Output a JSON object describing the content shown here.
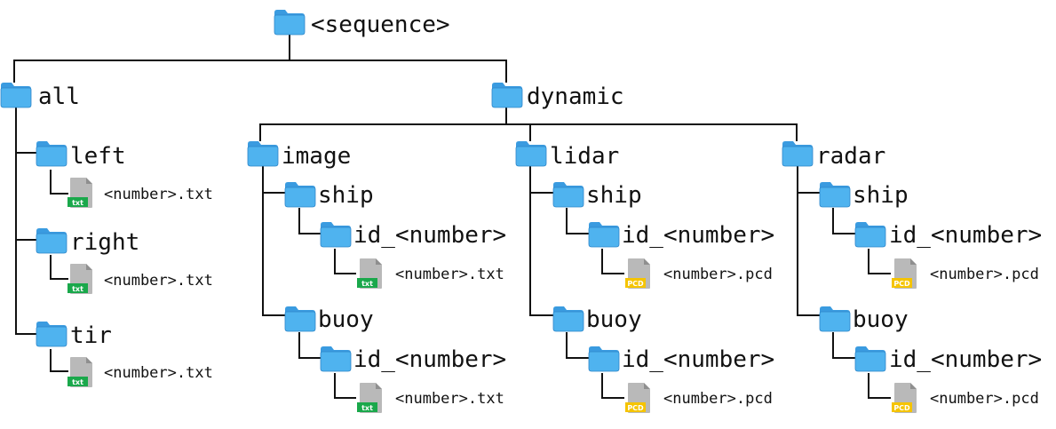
{
  "colors": {
    "folder_body": "#4fb3ef",
    "folder_tab": "#3a9be0",
    "folder_edge": "#2f86c9",
    "file_gray": "#b9b9b9",
    "file_fold": "#8f8f8f",
    "txt_badge": "#1aa84b",
    "pcd_badge": "#f5c400",
    "line": "#111111"
  },
  "tree": {
    "root": "<sequence>",
    "all": {
      "label": "all",
      "left": {
        "label": "left",
        "file": "<number>.txt",
        "badge": "txt"
      },
      "right": {
        "label": "right",
        "file": "<number>.txt",
        "badge": "txt"
      },
      "tir": {
        "label": "tir",
        "file": "<number>.txt",
        "badge": "txt"
      }
    },
    "dynamic": {
      "label": "dynamic",
      "image": {
        "label": "image",
        "ship": {
          "label": "ship",
          "id": "id_<number>",
          "file": "<number>.txt",
          "badge": "txt"
        },
        "buoy": {
          "label": "buoy",
          "id": "id_<number>",
          "file": "<number>.txt",
          "badge": "txt"
        }
      },
      "lidar": {
        "label": "lidar",
        "ship": {
          "label": "ship",
          "id": "id_<number>",
          "file": "<number>.pcd",
          "badge": "PCD"
        },
        "buoy": {
          "label": "buoy",
          "id": "id_<number>",
          "file": "<number>.pcd",
          "badge": "PCD"
        }
      },
      "radar": {
        "label": "radar",
        "ship": {
          "label": "ship",
          "id": "id_<number>",
          "file": "<number>.pcd",
          "badge": "PCD"
        },
        "buoy": {
          "label": "buoy",
          "id": "id_<number>",
          "file": "<number>.pcd",
          "badge": "PCD"
        }
      }
    }
  }
}
